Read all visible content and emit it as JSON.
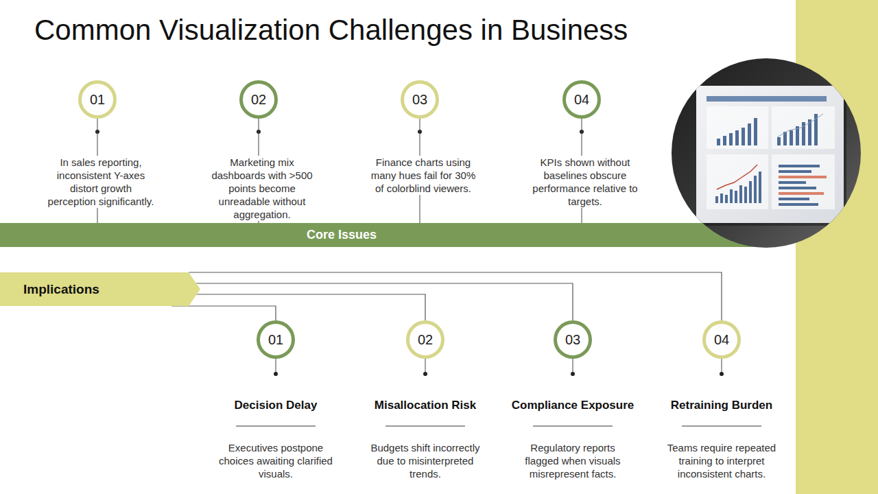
{
  "diagram": {
    "title": "Common Visualization Challenges in Business",
    "nodes": [
      {
        "text": [
          "01",
          "In sales reporting, inconsistent Y-axes distort growth perception significantly."
        ]
      },
      {
        "text": [
          "02",
          "Marketing mix dashboards with >500 points become unreadable without aggregation."
        ]
      },
      {
        "text": [
          "03",
          "Finance charts using many hues fail for 30% of colorblind viewers."
        ]
      },
      {
        "text": [
          "04",
          "KPIs shown without baselines obscure performance relative to targets."
        ]
      },
      {
        "text": [
          "Core Issues"
        ]
      },
      {
        "text": [
          "Implications"
        ]
      },
      {
        "text": [
          "01",
          "Decision Delay",
          "Executives postpone choices awaiting clarified visuals."
        ]
      },
      {
        "text": [
          "02",
          "Misallocation Risk",
          "Budgets shift incorrectly due to misinterpreted trends."
        ]
      },
      {
        "text": [
          "03",
          "Compliance Exposure",
          "Regulatory reports flagged when visuals misrepresent facts."
        ]
      },
      {
        "text": [
          "04",
          "Retraining Burden",
          "Teams require repeated training to interpret inconsistent charts."
        ]
      }
    ],
    "edges": [
      {
        "from": 0,
        "to": 4,
        "arrow": "none"
      },
      {
        "from": 1,
        "to": 4,
        "arrow": "none"
      },
      {
        "from": 2,
        "to": 4,
        "arrow": "none"
      },
      {
        "from": 3,
        "to": 4,
        "arrow": "none"
      },
      {
        "from": 5,
        "to": 6,
        "arrow": "none"
      },
      {
        "from": 5,
        "to": 7,
        "arrow": "none"
      },
      {
        "from": 5,
        "to": 8,
        "arrow": "none"
      },
      {
        "from": 5,
        "to": 9,
        "arrow": "none"
      }
    ]
  }
}
